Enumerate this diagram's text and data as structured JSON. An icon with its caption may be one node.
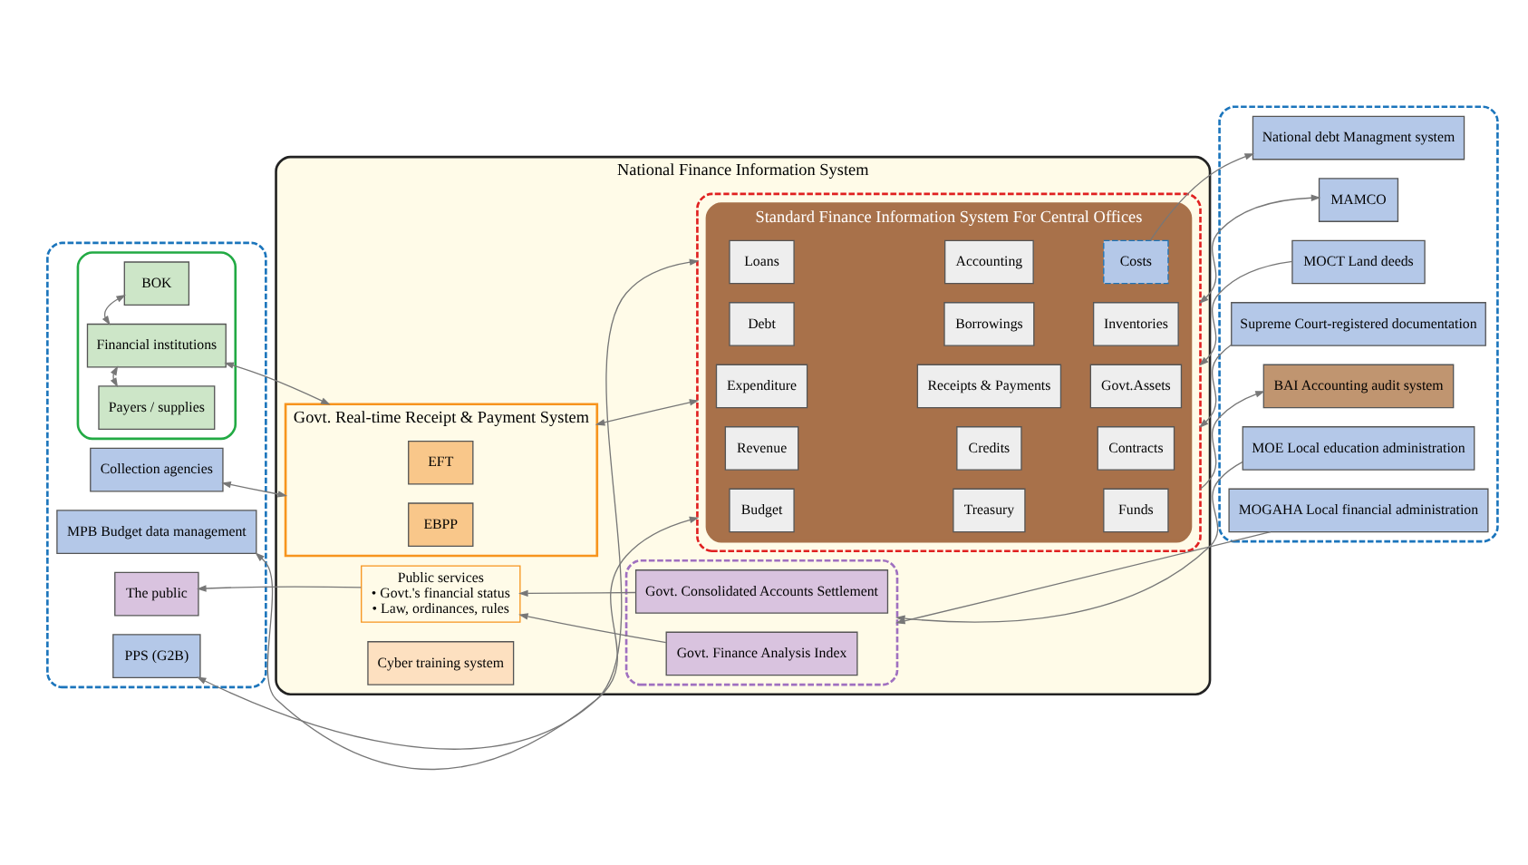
{
  "diagram": {
    "nodes": [
      {
        "text": [
          "National Finance Information System"
        ]
      },
      {
        "text": [],
        "shape": "box"
      },
      {
        "text": [
          "The public"
        ],
        "in": 1
      },
      {
        "text": [
          "MPB Budget data management"
        ],
        "in": 1
      },
      {
        "text": [
          "Collection agencies"
        ],
        "in": 1
      },
      {
        "text": [],
        "shape": "box",
        "in": 1
      },
      {
        "text": [
          "Payers / supplies"
        ],
        "in": 5
      },
      {
        "text": [
          "Financial institutions"
        ],
        "in": 5
      },
      {
        "text": [
          "BOK"
        ],
        "in": 5
      },
      {
        "text": [
          "PPS (G2B)"
        ],
        "in": 1
      },
      {
        "text": [
          "Public services",
          "• Govt.'s financial status",
          "• Law, ordinances, rules"
        ],
        "in": 0
      },
      {
        "text": [
          "Govt. Real-time Receipt & Payment System"
        ],
        "in": 0
      },
      {
        "text": [
          "EBPP"
        ],
        "in": 11
      },
      {
        "text": [
          "EFT"
        ],
        "in": 11
      },
      {
        "text": [
          "Cyber training system"
        ],
        "in": 0
      },
      {
        "text": [],
        "shape": "box",
        "in": 0
      },
      {
        "text": [
          "Govt. Finance Analysis Index"
        ],
        "in": 15
      },
      {
        "text": [
          "Govt. Consolidated Accounts Settlement"
        ],
        "in": 15
      },
      {
        "text": [],
        "shape": "box",
        "in": 0
      },
      {
        "text": [
          "Standard Finance Information System For Central Offices"
        ],
        "in": 18
      },
      {
        "text": [
          "Budget"
        ],
        "in": 19
      },
      {
        "text": [
          "Treasury"
        ],
        "in": 19
      },
      {
        "text": [
          "Funds"
        ],
        "in": 19
      },
      {
        "text": [
          "Revenue"
        ],
        "in": 19
      },
      {
        "text": [
          "Credits"
        ],
        "in": 19
      },
      {
        "text": [
          "Contracts"
        ],
        "in": 19
      },
      {
        "text": [
          "Expenditure"
        ],
        "in": 19
      },
      {
        "text": [
          "Receipts & Payments"
        ],
        "in": 19
      },
      {
        "text": [
          "Govt.Assets"
        ],
        "in": 19
      },
      {
        "text": [
          "Debt"
        ],
        "in": 19
      },
      {
        "text": [
          "Borrowings"
        ],
        "in": 19
      },
      {
        "text": [
          "Inventories"
        ],
        "in": 19
      },
      {
        "text": [
          "Loans"
        ],
        "in": 19
      },
      {
        "text": [
          "Accounting"
        ],
        "in": 19
      },
      {
        "text": [
          "Costs"
        ],
        "in": 19
      },
      {
        "text": [],
        "shape": "box"
      },
      {
        "text": [
          "MOGAHA Local financial administration"
        ],
        "in": 35
      },
      {
        "text": [
          "MOE Local education administration"
        ],
        "in": 35
      },
      {
        "text": [
          "BAI Accounting audit system"
        ],
        "in": 35
      },
      {
        "text": [
          "Supreme Court-registered documentation"
        ],
        "in": 35
      },
      {
        "text": [
          "MOCT Land deeds"
        ],
        "in": 35
      },
      {
        "text": [
          "MAMCO"
        ],
        "in": 35
      },
      {
        "text": [
          "National debt Managment system"
        ],
        "in": 35
      }
    ],
    "edges": [
      {
        "from": 10,
        "to": 2,
        "arrow": "to"
      },
      {
        "from": 3,
        "to": 18,
        "arrow": "both"
      },
      {
        "from": 4,
        "to": 11,
        "arrow": "both"
      },
      {
        "from": 6,
        "to": 7,
        "arrow": "both"
      },
      {
        "from": 7,
        "to": 8,
        "arrow": "both"
      },
      {
        "from": 7,
        "to": 11,
        "arrow": "both"
      },
      {
        "from": 9,
        "to": 18,
        "arrow": "both"
      },
      {
        "from": 16,
        "to": 10,
        "arrow": "to"
      },
      {
        "from": 17,
        "to": 10,
        "arrow": "to"
      },
      {
        "from": 11,
        "to": 18,
        "arrow": "both"
      },
      {
        "from": 36,
        "to": 15,
        "arrow": "to"
      },
      {
        "from": 37,
        "to": 15,
        "arrow": "to"
      },
      {
        "from": 18,
        "to": 38,
        "arrow": "to"
      },
      {
        "from": 39,
        "to": 18,
        "arrow": "to"
      },
      {
        "from": 40,
        "to": 18,
        "arrow": "to"
      },
      {
        "from": 41,
        "to": 18,
        "arrow": "both"
      },
      {
        "from": 34,
        "to": 42,
        "arrow": "to"
      }
    ]
  }
}
